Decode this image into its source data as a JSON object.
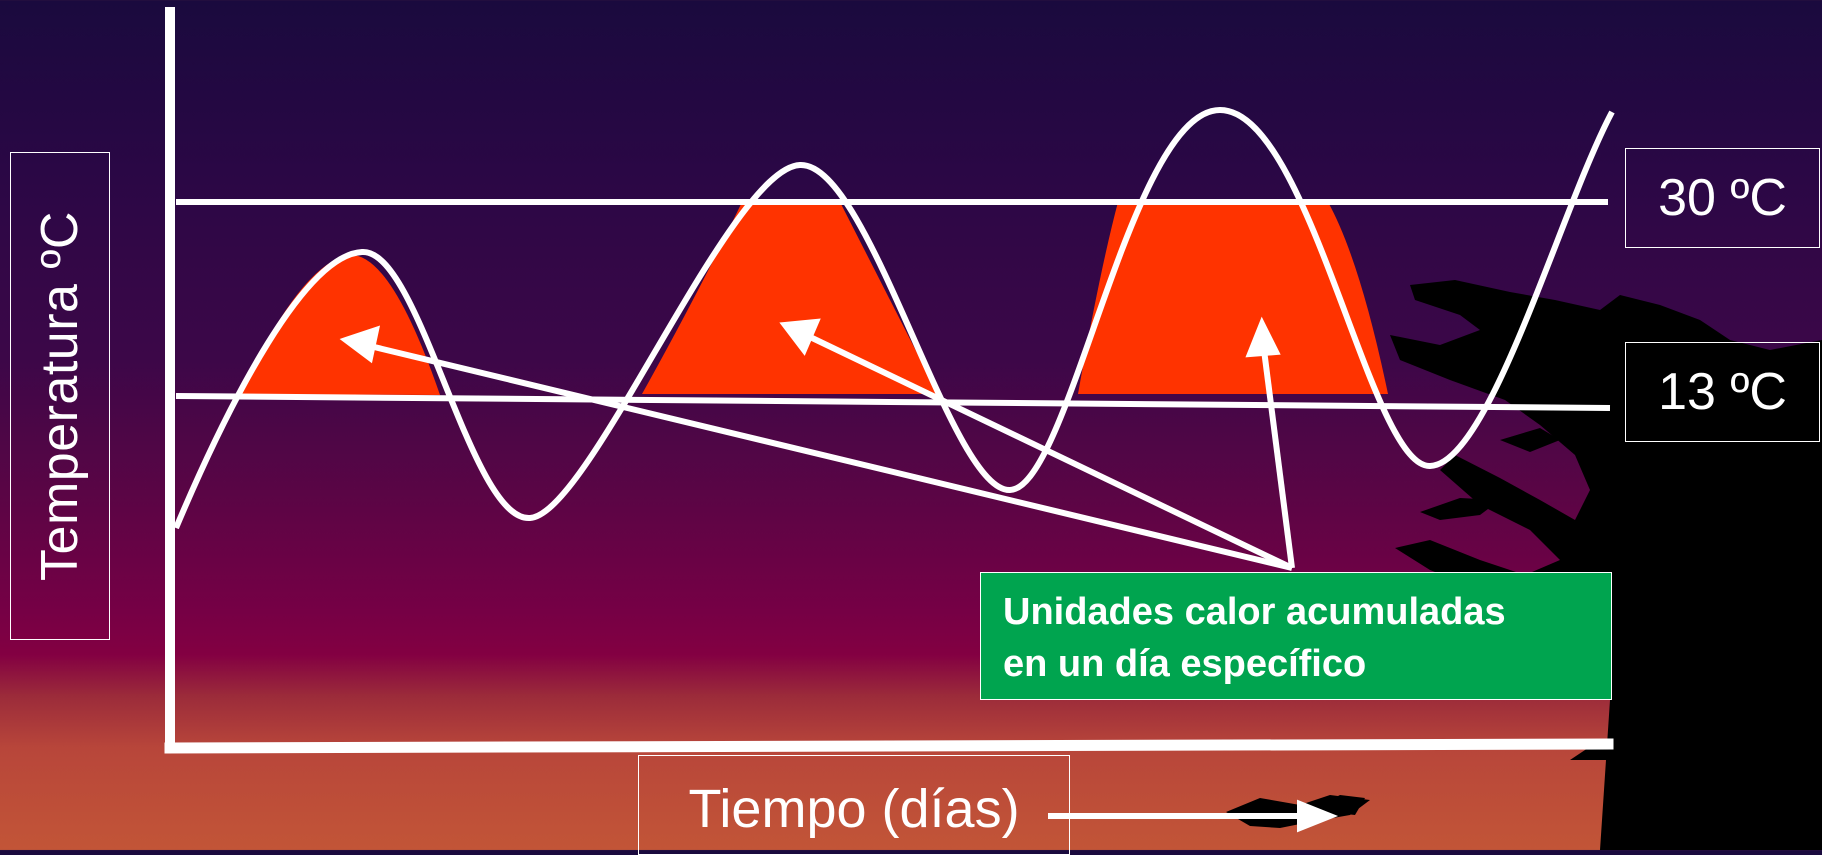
{
  "diagram": {
    "y_axis_label": "Temperatura ºC",
    "x_axis_label": "Tiempo (días)",
    "upper_threshold_label": "30 ºC",
    "lower_threshold_label": "13 ºC",
    "callout": {
      "line1": "Unidades calor acumuladas",
      "line2": "en un día específico"
    }
  },
  "colors": {
    "accumulated_area": "#ff3300",
    "callout_background": "#00a44f",
    "lines": "#ffffff",
    "silhouette": "#000000"
  }
}
